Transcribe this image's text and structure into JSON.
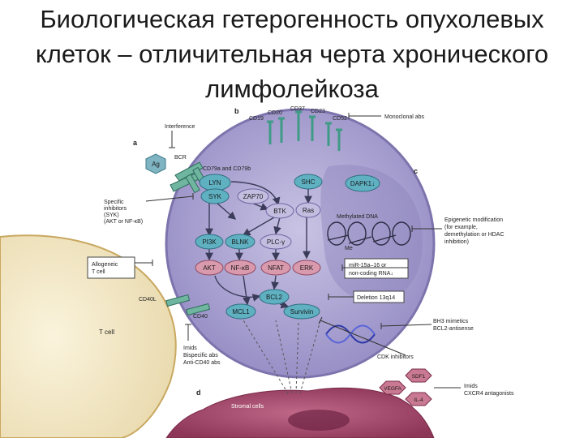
{
  "title": {
    "line1": "Биологическая гетерогенность опухолевых",
    "line2": "клеток – отличительная черта хронического",
    "line3": "лимфолейкоза"
  },
  "panels": {
    "a": "a",
    "b": "b",
    "c": "c",
    "d": "d"
  },
  "surface": {
    "cd19": "CD19",
    "cd20": "CD20",
    "cd37": "CD37",
    "cd23": "CD23",
    "cd52": "CD52",
    "monoclonal": "Monoclonal abs",
    "cd79": "CD79a and CD79b",
    "bcr": "BCR",
    "ag": "Ag",
    "cd40l": "CD40L",
    "cd40": "CD40"
  },
  "nodes": {
    "lyn": "LYN",
    "syk": "SYK",
    "zap70": "ZAP70",
    "shc": "SHC",
    "btk": "BTK",
    "ras": "Ras",
    "pi3k": "PI3K",
    "blnk": "BLNK",
    "plc": "PLC-γ",
    "akt": "AKT",
    "nfkb": "NF-κB",
    "nfat": "NFAT",
    "erk": "ERK",
    "bcl2": "BCL2",
    "mcl1": "MCL1",
    "survivin": "Survivin",
    "dapk": "DAPK1↓",
    "vegfa": "VEGFA",
    "sdf1": "SDF1",
    "il4": "IL-4"
  },
  "labels": {
    "interference": "Interference",
    "specific": [
      "Specific",
      "inhibitors",
      "(SYK)",
      "(AKT or NF-κB)"
    ],
    "allogeneic": [
      "Allogeneic",
      "T cell"
    ],
    "tcell": "T cell",
    "imids": [
      "Imids",
      "Bispecific abs",
      "Anti-CD40 abs"
    ],
    "methylated": "Methylated DNA",
    "me": "Me",
    "epigenetic": [
      "Epigenetic modification",
      "(for example,",
      "demethylation or HDAC",
      "inhibition)"
    ],
    "mirna": [
      "miR-15a–16 or",
      "non-coding RNA↓"
    ],
    "deletion": "Deletion 13q14",
    "bh3": [
      "BH3 mimetics",
      "BCL2-antisense"
    ],
    "cdk": "CDK inhibitors",
    "stromal": "Stromal cells",
    "imids2": [
      "Imids",
      "CXCR4 antagonists"
    ]
  },
  "colors": {
    "cell": "#aea8d2",
    "nucleus": "#8d86bc",
    "tcell": "#f2e8c8",
    "stromal": "#a4486a",
    "teal": "#5fb1c2",
    "lavender": "#c3bde0",
    "pink": "#d99aae"
  }
}
